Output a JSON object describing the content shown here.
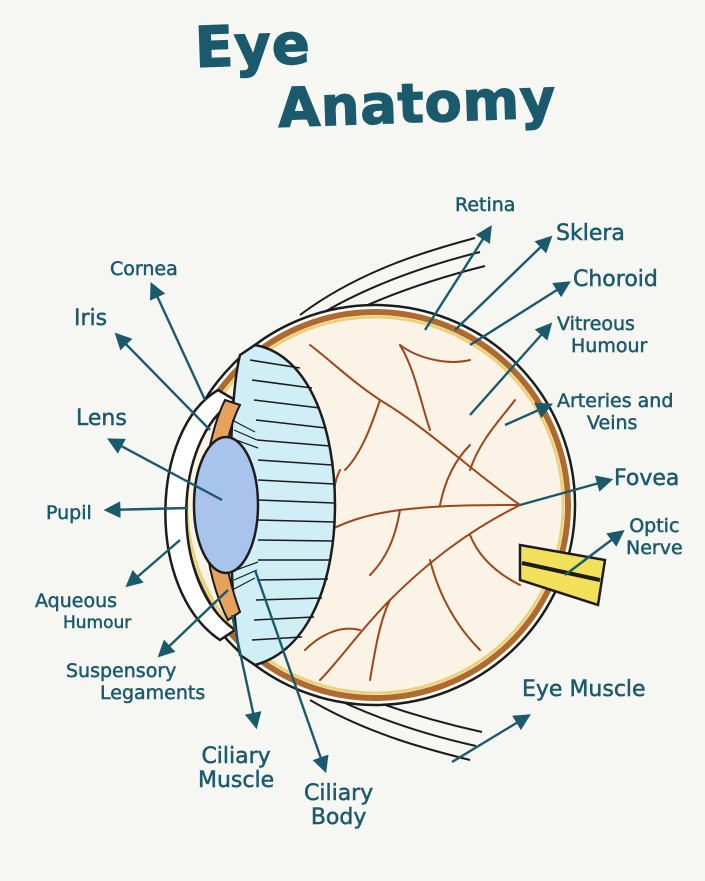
{
  "title": {
    "line1": "Eye",
    "line2": "Anatomy"
  },
  "labels": {
    "retina": "Retina",
    "sklera": "Sklera",
    "choroid": "Choroid",
    "vitreous_1": "Vitreous",
    "vitreous_2": "Humour",
    "arteries_1": "Arteries and",
    "arteries_2": "Veins",
    "fovea": "Fovea",
    "optic_1": "Optic",
    "optic_2": "Nerve",
    "eye_muscle": "Eye Muscle",
    "cornea": "Cornea",
    "iris": "Iris",
    "lens": "Lens",
    "pupil": "Pupil",
    "aqueous_1": "Aqueous",
    "aqueous_2": "Humour",
    "suspensory_1": "Suspensory",
    "suspensory_2": "Legaments",
    "ciliary_muscle_1": "Ciliary",
    "ciliary_muscle_2": "Muscle",
    "ciliary_body_1": "Ciliary",
    "ciliary_body_2": "Body"
  },
  "colors": {
    "ink": "#1b5a6d",
    "outline": "#1c1c1c",
    "background": "#f6f6f2",
    "vitreous": "#fbf4e6",
    "ciliary_body": "#cfeef5",
    "lens": "#a9c4ec",
    "iris": "#e6a25d",
    "choroid": "#b06a2e",
    "veins": "#a0441c",
    "optic_nerve": "#f2df5a"
  }
}
